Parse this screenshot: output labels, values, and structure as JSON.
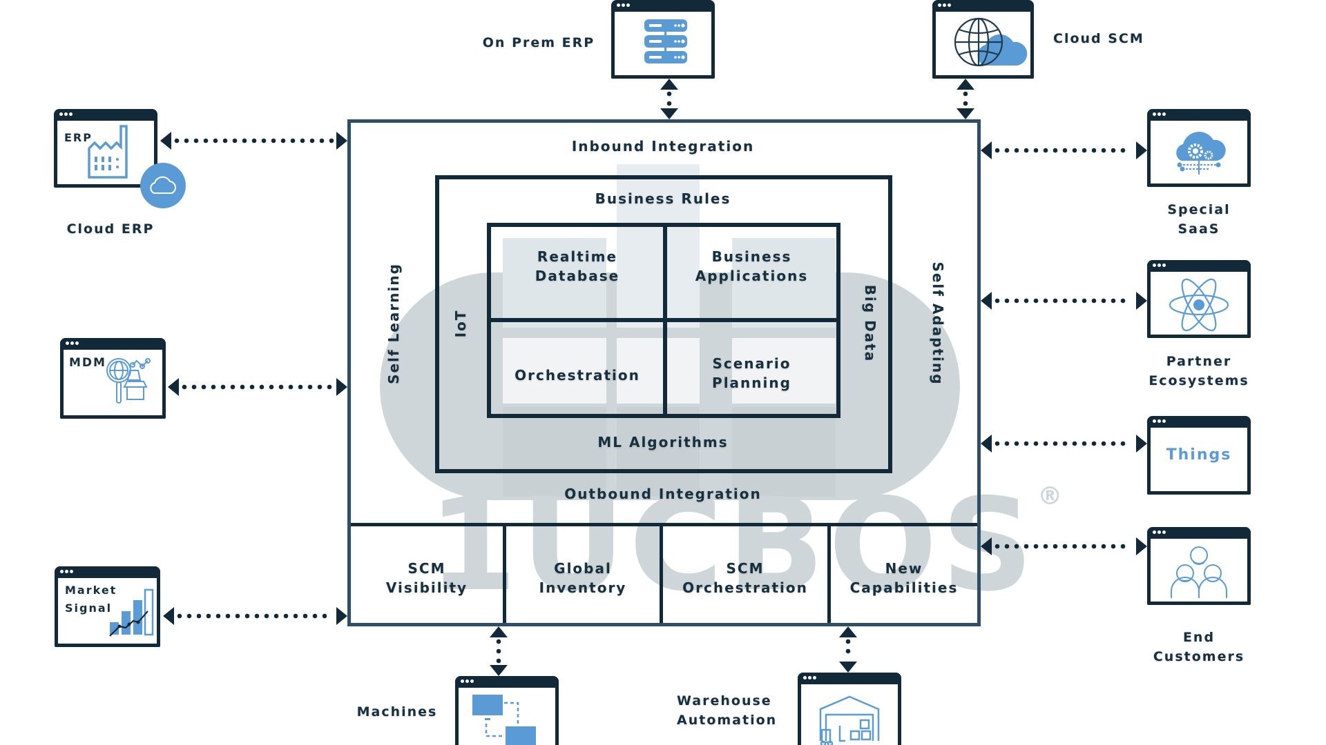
{
  "core": {
    "inbound_integration": "Inbound Integration",
    "outbound_integration": "Outbound Integration",
    "business_rules": "Business Rules",
    "ml_algorithms": "ML Algorithms",
    "iot": "IoT",
    "big_data": "Big Data",
    "self_learning": "Self Learning",
    "self_adapting": "Self Adapting",
    "grid": [
      {
        "line1": "Realtime",
        "line2": "Database"
      },
      {
        "line1": "Business",
        "line2": "Applications"
      },
      {
        "line1": "Orchestration",
        "line2": ""
      },
      {
        "line1": "Scenario",
        "line2": "Planning"
      }
    ],
    "bottom_modules": [
      {
        "line1": "SCM",
        "line2": "Visibility"
      },
      {
        "line1": "Global",
        "line2": "Inventory"
      },
      {
        "line1": "SCM",
        "line2": "Orchestration"
      },
      {
        "line1": "New",
        "line2": "Capabilities"
      }
    ]
  },
  "watermark": {
    "text": "1UCBOS",
    "mark": "®"
  },
  "systems": {
    "on_prem_erp": {
      "label": "On Prem ERP",
      "icon": "server-rack-icon"
    },
    "cloud_scm": {
      "label": "Cloud SCM",
      "icon": "globe-cloud-icon"
    },
    "cloud_erp": {
      "label": "Cloud ERP",
      "inner": "ERP",
      "icon": "factory-icon",
      "badge_icon": "cloud-icon"
    },
    "mdm": {
      "label": "",
      "inner": "MDM",
      "icon": "globe-search-boxes-icon"
    },
    "market_signal": {
      "inner_line1": "Market",
      "inner_line2": "Signal",
      "icon": "bar-chart-trend-icon"
    },
    "special_saas": {
      "label_line1": "Special",
      "label_line2": "SaaS",
      "icon": "cloud-gears-icon"
    },
    "partner_ecosystems": {
      "label_line1": "Partner",
      "label_line2": "Ecosystems",
      "icon": "atom-icon"
    },
    "things": {
      "inner": "Things"
    },
    "end_customers": {
      "label_line1": "End",
      "label_line2": "Customers",
      "icon": "people-group-icon"
    },
    "machines": {
      "label": "Machines",
      "icon": "networked-computers-icon"
    },
    "warehouse_automation": {
      "label_line1": "Warehouse",
      "label_line2": "Automation",
      "icon": "warehouse-forklift-icon"
    }
  },
  "colors": {
    "dark": "#12293a",
    "frame": "#2e4d66",
    "accent": "#5b9bd5",
    "watermark": "#cfd6da"
  }
}
